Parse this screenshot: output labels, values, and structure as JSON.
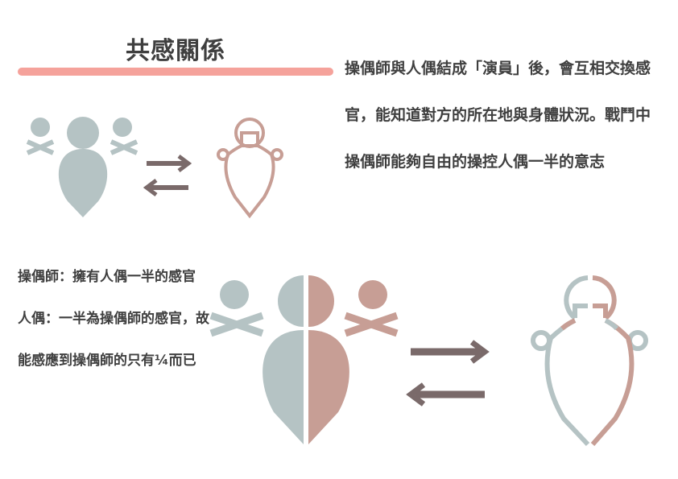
{
  "title": "共感關係",
  "description": "操偶師與人偶結成「演員」後，會互相交換感官，能知道對方的所在地與身體狀況。戰鬥中操偶師能夠自由的操控人偶一半的意志",
  "notes": {
    "puppeteer": "操偶師：擁有人偶一半的感官",
    "puppet": "人偶：一半為操偶師的感官，故能感應到操偶師的只有¼而已"
  },
  "colors": {
    "accent_bar": "#f5a29b",
    "puppeteer": "#b5c3c4",
    "puppet": "#c79e95",
    "arrow": "#7a6a6a",
    "text": "#3f3f3f"
  }
}
